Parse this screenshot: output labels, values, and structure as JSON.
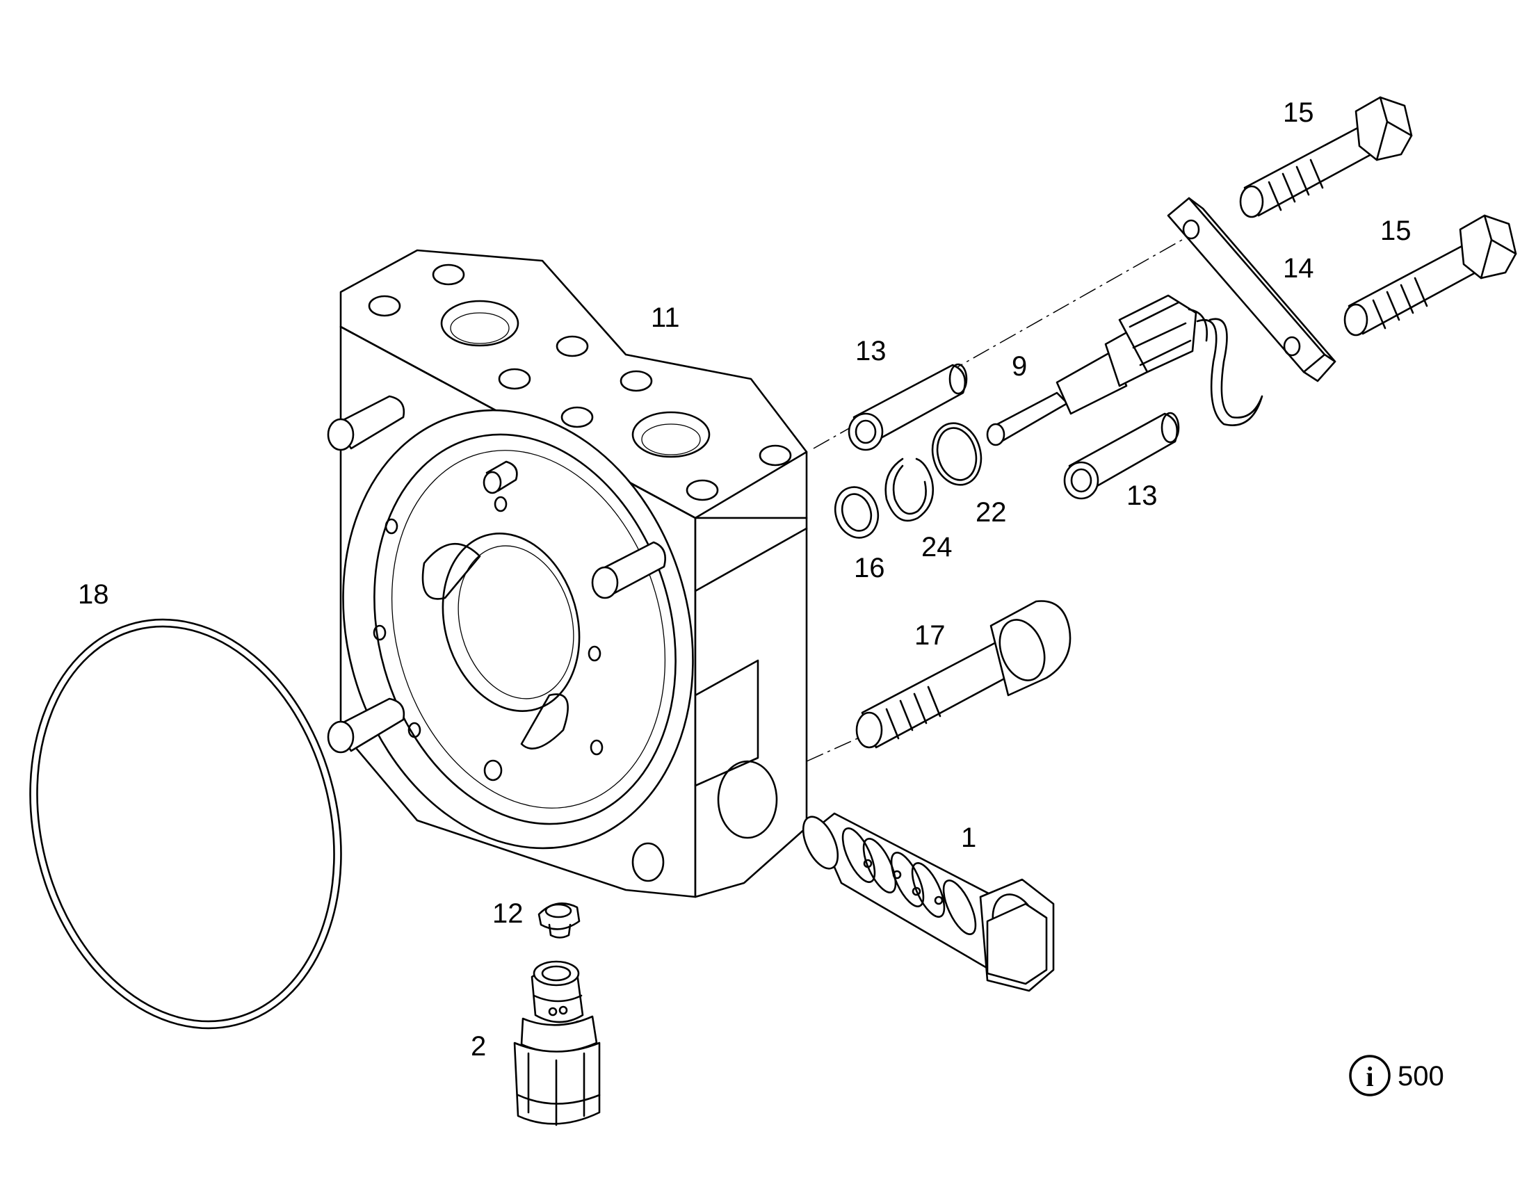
{
  "labels": {
    "p1": "1",
    "p2": "2",
    "p9": "9",
    "p11": "11",
    "p12": "12",
    "p13a": "13",
    "p13b": "13",
    "p14": "14",
    "p15a": "15",
    "p15b": "15",
    "p16": "16",
    "p17": "17",
    "p18": "18",
    "p22": "22",
    "p24": "24"
  },
  "info": {
    "icon": "info-icon",
    "glyph": "i",
    "text": "500"
  }
}
